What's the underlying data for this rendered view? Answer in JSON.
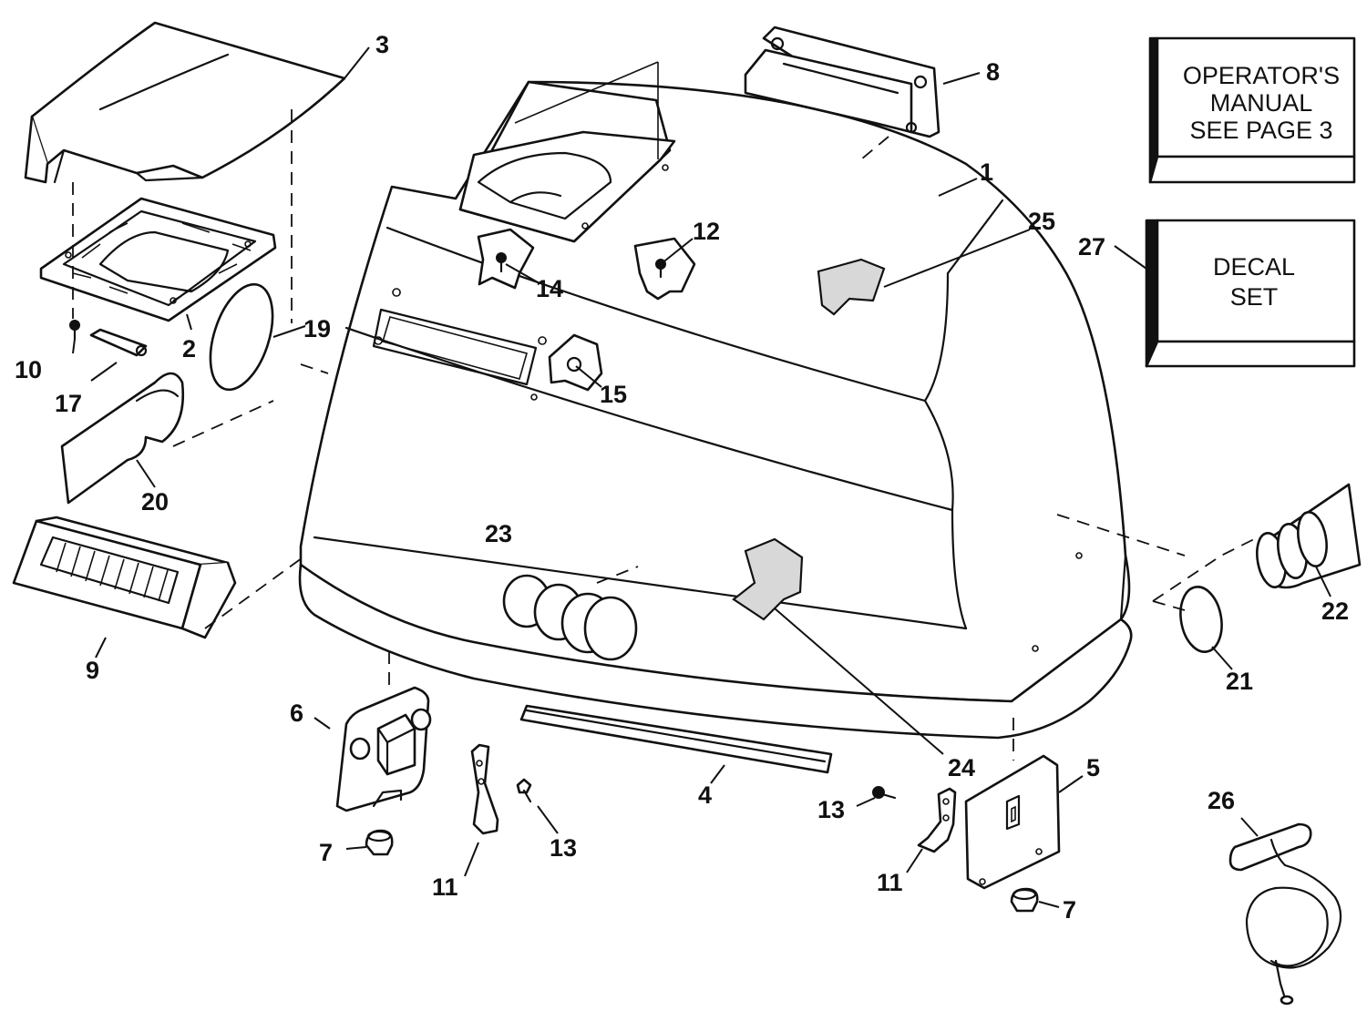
{
  "boxes": {
    "operators_manual": {
      "line1": "OPERATOR'S",
      "line2": "MANUAL",
      "line3": "SEE PAGE 3"
    },
    "decal_set": {
      "line1": "DECAL",
      "line2": "SET"
    }
  },
  "callouts": {
    "c1": "1",
    "c2": "2",
    "c3": "3",
    "c4": "4",
    "c5": "5",
    "c6": "6",
    "c7a": "7",
    "c7b": "7",
    "c8": "8",
    "c9": "9",
    "c10": "10",
    "c11a": "11",
    "c11b": "11",
    "c12": "12",
    "c13a": "13",
    "c13b": "13",
    "c14": "14",
    "c15": "15",
    "c17": "17",
    "c19": "19",
    "c20": "20",
    "c21": "21",
    "c22": "22",
    "c23": "23",
    "c24": "24",
    "c25": "25",
    "c26": "26",
    "c27": "27"
  }
}
